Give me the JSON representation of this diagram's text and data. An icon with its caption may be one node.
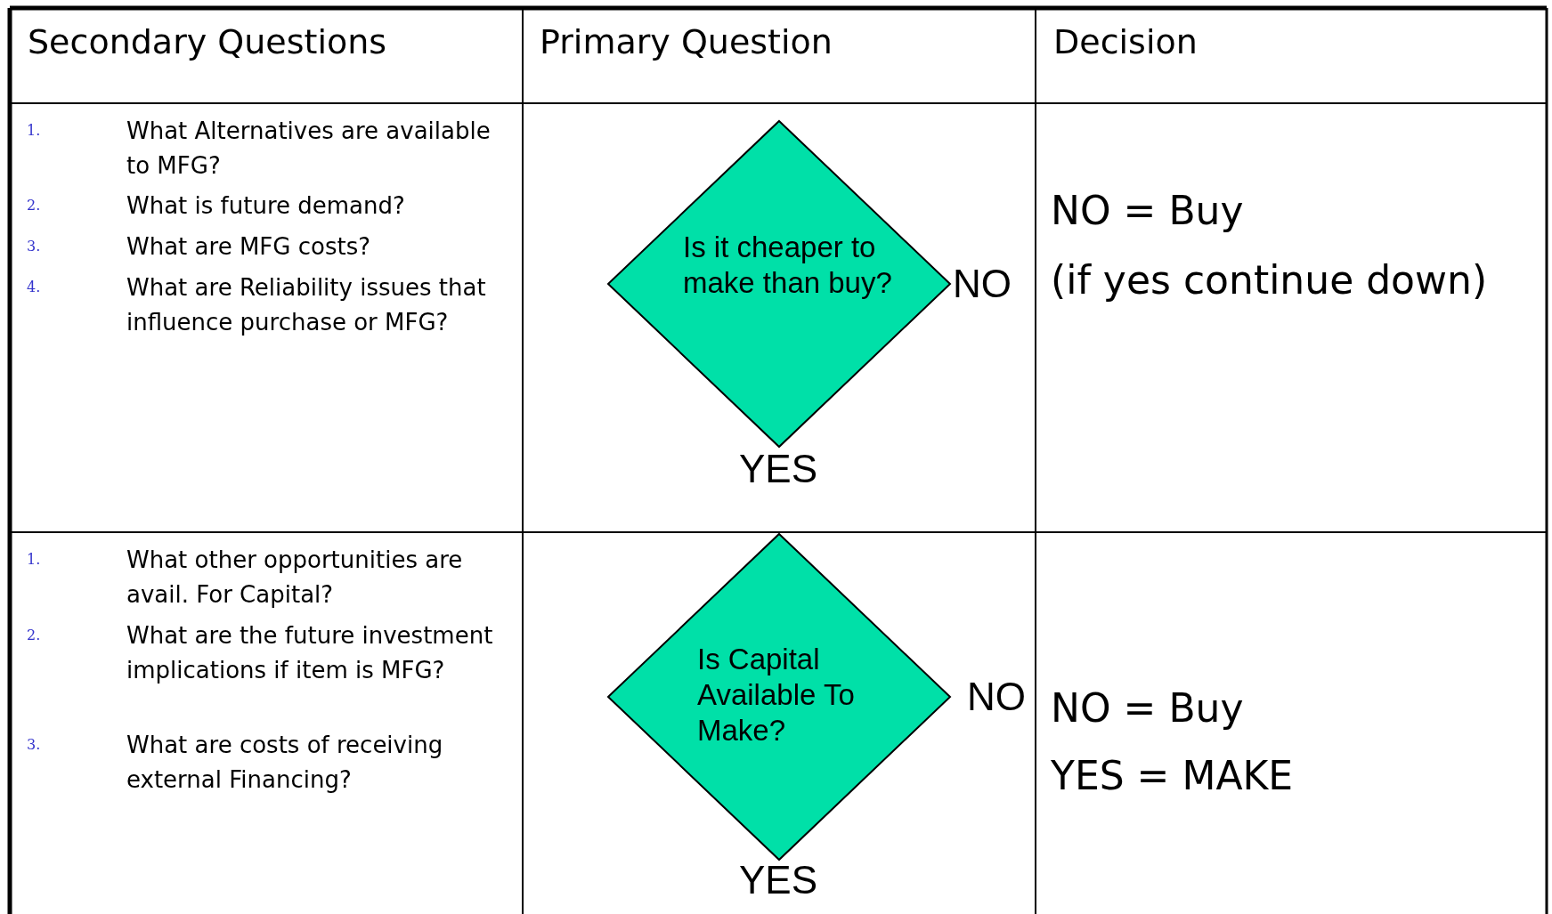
{
  "diagram": {
    "nodes": [
      {
        "text": [
          "Is it cheaper to make than buy?"
        ]
      },
      {
        "text": [
          "Is Capital Available To Make?"
        ]
      }
    ],
    "edges": [],
    "labels": [
      "Secondary Questions",
      "Primary Question",
      "Decision",
      "1.",
      "What Alternatives are available to MFG?",
      "2.",
      "What is future demand?",
      "3.",
      "What are MFG costs?",
      "4.",
      "What are Reliability issues that influence purchase or MFG?",
      "NO",
      "YES",
      "NO = Buy",
      "(if yes continue down)",
      "1.",
      "What other opportunities are avail. For Capital?",
      "2.",
      "What are the future investment implications if item is MFG?",
      "3.",
      "What are costs of receiving external Financing?",
      "NO",
      "YES",
      "NO = Buy",
      "YES = MAKE"
    ]
  }
}
